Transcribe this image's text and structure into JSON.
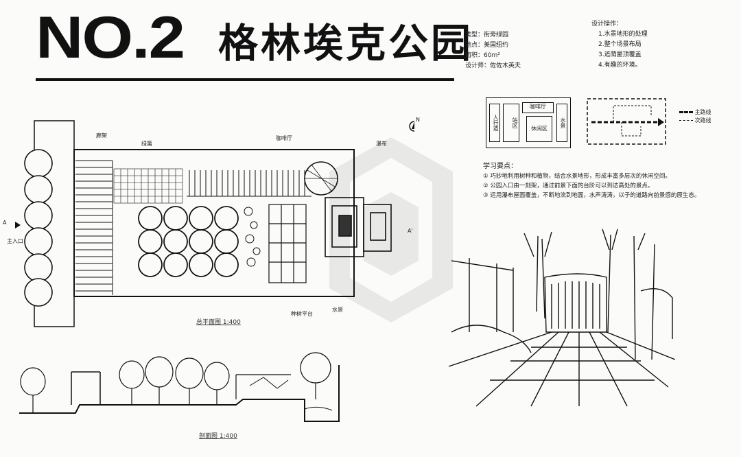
{
  "title": {
    "number": "NO.2",
    "name": "格林埃克公园"
  },
  "project_info": [
    "类型：街旁绿园",
    "地点：美国纽约",
    "面积：60m²",
    "设计师：佐佐木英夫"
  ],
  "design_points": {
    "heading": "设计操作：",
    "items": [
      "1.水景地形的处理",
      "2.整个场景布局",
      "3.遮荫屋顶覆盖",
      "4.有趣的环境。"
    ]
  },
  "zoning": {
    "labels": [
      "人行道",
      "站区",
      "咖啡厅",
      "休闲区",
      "水景"
    ],
    "legend": [
      "主路线",
      "次路线"
    ]
  },
  "learning": {
    "heading": "学习要点：",
    "items": [
      "① 巧妙地利用树种和植物，结合水景地形，形成丰富多层次的休闲空间。",
      "② 公园入口由一刻架，通过前景下面的台阶可以到达高处的景点。",
      "③ 运用瀑布屋面覆盖，不断地流到地面，水声涛涛，以子的道路向前景感的原生态。"
    ]
  },
  "plan": {
    "labels": [
      "廊架",
      "绿篱",
      "咖啡厅",
      "瀑布",
      "种树平台",
      "水景",
      "A",
      "A'",
      "主入口",
      "N"
    ],
    "caption": "总平面图 1:400"
  },
  "section": {
    "caption": "剖面图 1:400"
  },
  "colors": {
    "ink": "#111111",
    "paper": "#fbfbfa"
  }
}
